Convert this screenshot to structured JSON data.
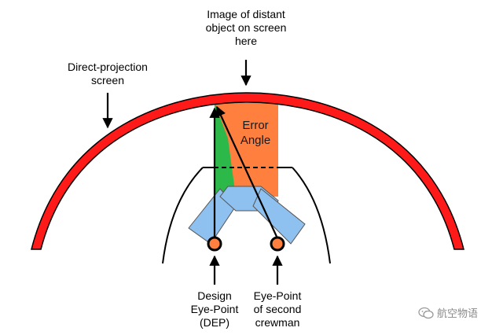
{
  "labels": {
    "distant_object": [
      "Image of distant",
      "object on screen",
      "here"
    ],
    "screen": [
      "Direct-projection",
      "screen"
    ],
    "error_angle": [
      "Error",
      "Angle"
    ],
    "design_eye": [
      "Design",
      "Eye-Point",
      "(DEP)"
    ],
    "second_eye": [
      "Eye-Point",
      "of second",
      "crewman"
    ]
  },
  "watermark": {
    "text": "航空物语",
    "icon": "wechat-icon"
  },
  "colors": {
    "screen": "#ff1a1a",
    "error_region": "#ff7f3f",
    "design_sightline": "#2db84a",
    "seats": "#8ec1f0",
    "eye_point": "#ff7f3f"
  }
}
